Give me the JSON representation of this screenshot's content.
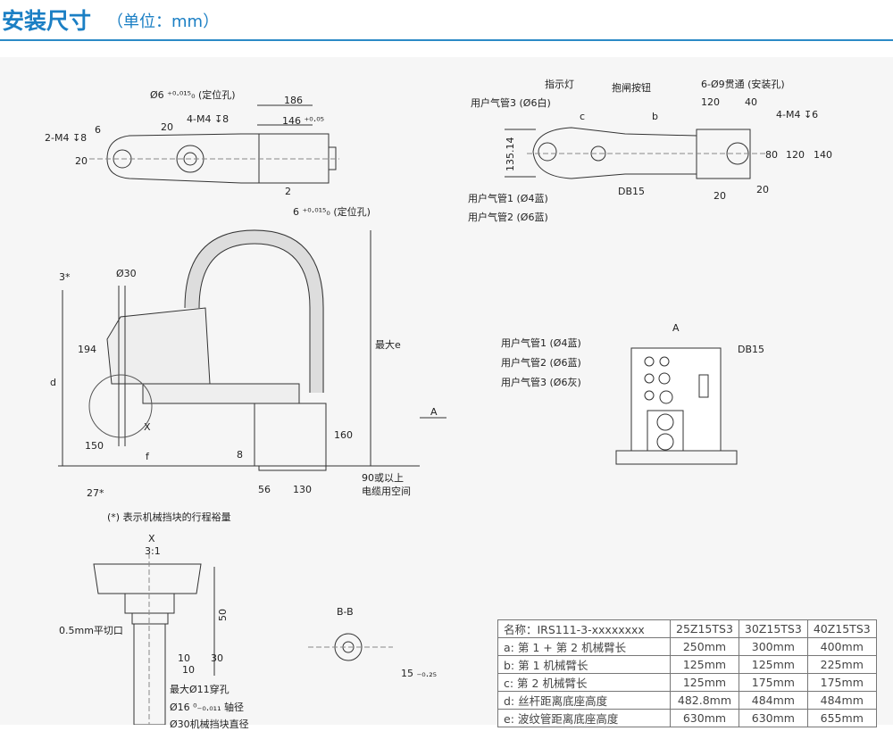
{
  "header": {
    "title": "安装尺寸",
    "unit": "（单位：mm）"
  },
  "labels": [
    "Ø6 ⁺⁰·⁰¹⁵₀ (定位孔)",
    "186",
    "4-M4 ↧8",
    "146 ⁺⁰·⁰⁵",
    "6",
    "20",
    "2-M4 ↧8",
    "20",
    "2",
    "6 ⁺⁰·⁰¹⁵₀ (定位孔)",
    "指示灯",
    "抱闸按钮",
    "6-Ø9贯通 (安装孔)",
    "用户气管3 (Ø6白)",
    "120",
    "40",
    "c",
    "b",
    "4-M4 ↧6",
    "135.14",
    "80",
    "120",
    "140",
    "DB15",
    "20",
    "20",
    "用户气管1 (Ø4蓝)",
    "用户气管2 (Ø6蓝)",
    "3*",
    "Ø30",
    "194",
    "d",
    "最大e",
    "X",
    "A",
    "160",
    "150",
    "f",
    "8",
    "27*",
    "56",
    "130",
    "90或以上",
    "电缆用空间",
    "(*) 表示机械挡块的行程裕量",
    "A",
    "用户气管1 (Ø4蓝)",
    "用户气管2 (Ø6蓝)",
    "用户气管3 (Ø6灰)",
    "DB15",
    "X",
    "3:1",
    "50",
    "0.5mm平切口",
    "30",
    "10",
    "10",
    "最大Ø11穿孔",
    "Ø16 ⁰₋₀.₀₁₁ 轴径",
    "Ø30机械挡块直径",
    "B-B",
    "15 ₋₀.₂₅"
  ],
  "table": {
    "header": [
      "名称：IRS111-3-xxxxxxxx",
      "25Z15TS3",
      "30Z15TS3",
      "40Z15TS3"
    ],
    "rows": [
      [
        "a: 第 1 + 第 2 机械臂长",
        "250mm",
        "300mm",
        "400mm"
      ],
      [
        "b: 第 1 机械臂长",
        "125mm",
        "125mm",
        "225mm"
      ],
      [
        "c: 第 2 机械臂长",
        "125mm",
        "175mm",
        "175mm"
      ],
      [
        "d: 丝杆距离底座高度",
        "482.8mm",
        "484mm",
        "484mm"
      ],
      [
        "e: 波纹管距离底座高度",
        "630mm",
        "630mm",
        "655mm"
      ]
    ]
  }
}
